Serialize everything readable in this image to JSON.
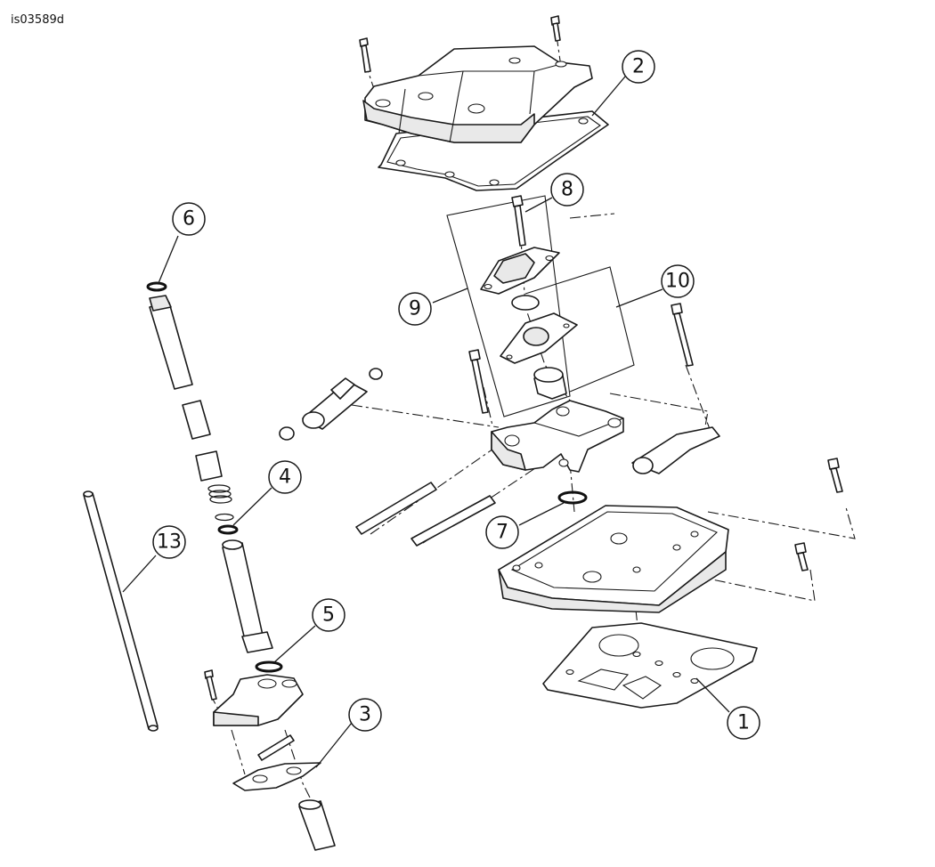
{
  "image_id": "is03589d",
  "callouts": {
    "c1": "1",
    "c2": "2",
    "c3": "3",
    "c4": "4",
    "c5": "5",
    "c6": "6",
    "c7": "7",
    "c8": "8",
    "c9": "9",
    "c10": "10",
    "c13": "13"
  }
}
